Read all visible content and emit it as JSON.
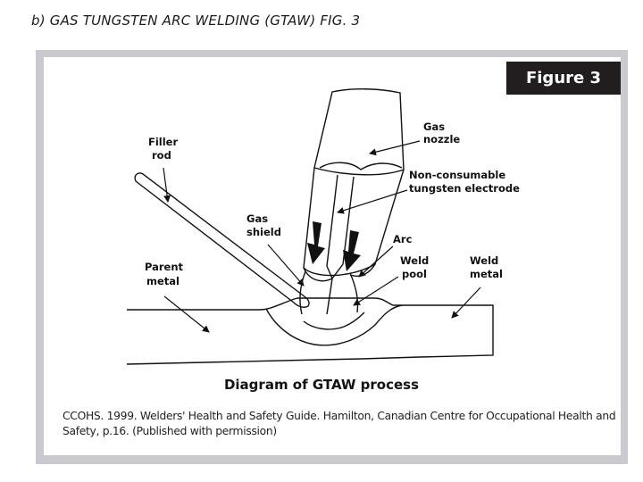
{
  "heading": "b) GAS TUNGSTEN ARC WELDING (GTAW) FIG. 3",
  "figure_badge": "Figure 3",
  "labels": {
    "filler_rod": [
      "Filler",
      "rod"
    ],
    "gas_nozzle": [
      "Gas",
      "nozzle"
    ],
    "electrode": [
      "Non-consumable",
      "tungsten electrode"
    ],
    "gas_shield": [
      "Gas",
      "shield"
    ],
    "arc": [
      "Arc"
    ],
    "weld_pool": [
      "Weld",
      "pool"
    ],
    "weld_metal": [
      "Weld",
      "metal"
    ],
    "parent_metal": [
      "Parent",
      "metal"
    ]
  },
  "diagram_title": "Diagram of GTAW process",
  "citation": "CCOHS. 1999. Welders' Health and Safety Guide. Hamilton, Canadian Centre for Occupational Health and Safety, p.16. (Published with permission)",
  "colors": {
    "frame": "#c9c9d0",
    "badge": "#221e1f",
    "ink": "#111111"
  }
}
